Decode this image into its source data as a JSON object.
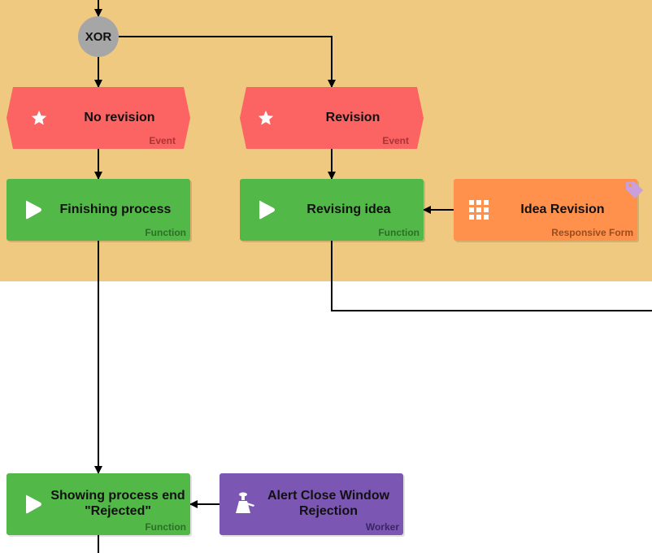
{
  "diagram": {
    "gateway": {
      "label": "XOR"
    },
    "events": [
      {
        "title": "No revision",
        "type": "Event",
        "icon": "star-icon"
      },
      {
        "title": "Revision",
        "type": "Event",
        "icon": "star-icon"
      }
    ],
    "functions": [
      {
        "title": "Finishing process",
        "type": "Function",
        "icon": "play-icon"
      },
      {
        "title": "Revising idea",
        "type": "Function",
        "icon": "play-icon"
      },
      {
        "title_line1": "Showing process end",
        "title_line2": "\"Rejected\"",
        "type": "Function",
        "icon": "play-icon"
      }
    ],
    "form": {
      "title": "Idea Revision",
      "type": "Responsive Form",
      "icon": "grid-icon",
      "tag_icon": "tag-icon"
    },
    "worker": {
      "title_line1": "Alert Close Window",
      "title_line2": "Rejection",
      "type": "Worker",
      "icon": "worker-icon"
    },
    "colors": {
      "lane": "#efc980",
      "event": "#fc6363",
      "function": "#52b848",
      "form": "#ff914d",
      "worker": "#7b56b3",
      "gateway": "#a6a6a6",
      "tag": "#c9a0dc"
    }
  }
}
